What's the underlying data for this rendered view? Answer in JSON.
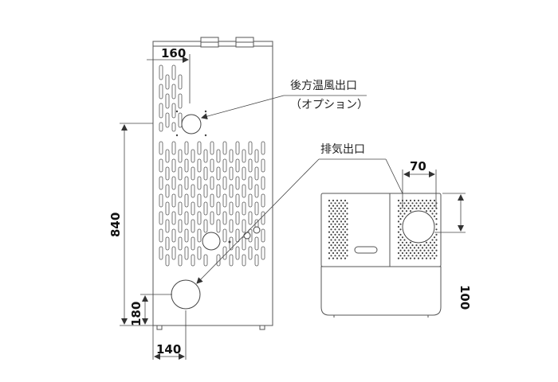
{
  "dimensions": {
    "top_width": "160",
    "height": "840",
    "bottom_height": "180",
    "bottom_width": "140",
    "side_width": "70",
    "side_height": "100"
  },
  "labels": {
    "rear_outlet": "後方温風出口",
    "rear_outlet_note": "（オプション）",
    "exhaust_outlet": "排気出口"
  }
}
